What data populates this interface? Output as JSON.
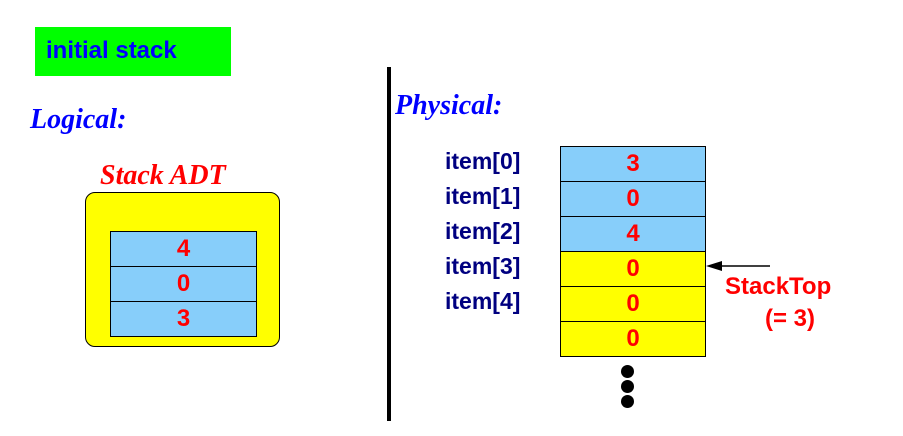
{
  "title": "initial stack",
  "logical": {
    "heading": "Logical:",
    "adt_label": "Stack ADT",
    "cells": [
      "4",
      "0",
      "3"
    ]
  },
  "physical": {
    "heading": "Physical:",
    "labels": [
      "item[0]",
      "item[1]",
      "item[2]",
      "item[3]",
      "item[4]"
    ],
    "cells": [
      {
        "value": "3",
        "used": true
      },
      {
        "value": "0",
        "used": true
      },
      {
        "value": "4",
        "used": true
      },
      {
        "value": "0",
        "used": false
      },
      {
        "value": "0",
        "used": false
      },
      {
        "value": "0",
        "used": false
      }
    ],
    "pointer": {
      "name": "StackTop",
      "value": "(= 3)",
      "index": 3
    }
  },
  "colors": {
    "used": "#87cefa",
    "free": "#ffff00"
  }
}
